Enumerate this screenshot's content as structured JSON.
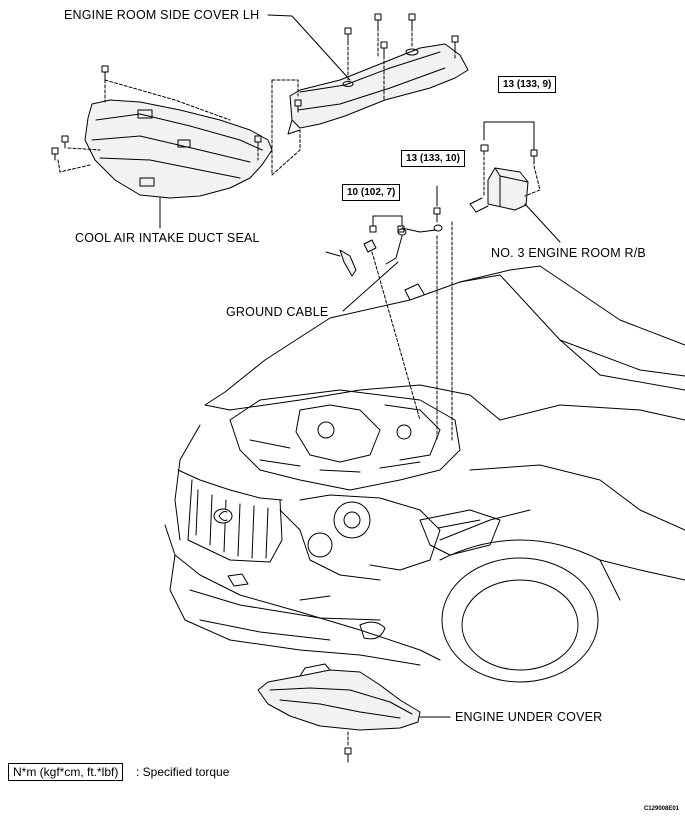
{
  "callouts": {
    "engine_room_side_cover_lh": "ENGINE ROOM SIDE COVER LH",
    "cool_air_intake_duct_seal": "COOL AIR INTAKE DUCT SEAL",
    "no3_engine_room_rb": "NO. 3 ENGINE ROOM R/B",
    "ground_cable": "GROUND CABLE",
    "engine_under_cover": "ENGINE UNDER COVER"
  },
  "torques": {
    "rb_bolt": "13 (133, 9)",
    "cable_bolt": "13 (133, 10)",
    "ground_bolt": "10 (102, 7)"
  },
  "legend": {
    "unit": "N*m (kgf*cm, ft.*lbf)",
    "meaning": ": Specified torque"
  },
  "figure_id": "C129008E01"
}
